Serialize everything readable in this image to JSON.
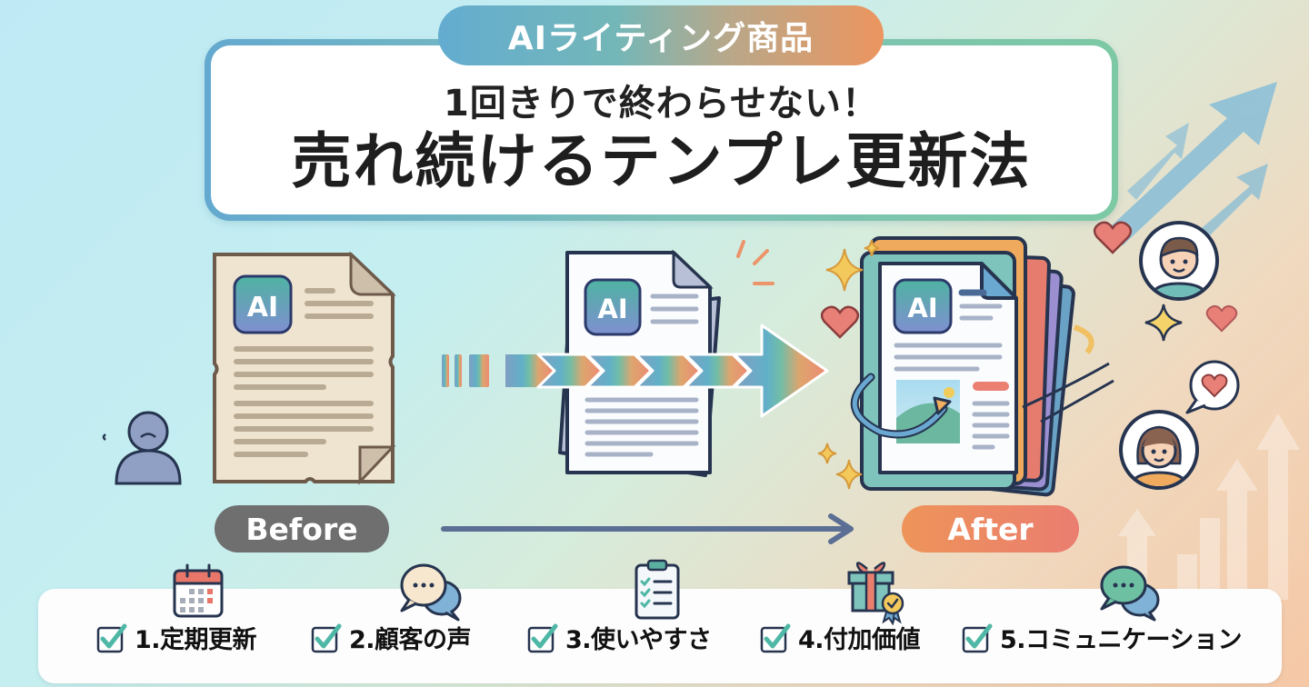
{
  "header": {
    "category_pill": "AIライティング商品",
    "subtitle": "1回きりで終わらせない！",
    "title": "売れ続けるテンプレ更新法"
  },
  "before": {
    "label": "Before",
    "doc_badge": "AI",
    "description_icons": [
      "sad-person-icon",
      "worn-document-icon"
    ]
  },
  "transition": {
    "doc_badge": "AI",
    "arrow": "gradient-chevron-arrow"
  },
  "after": {
    "label": "After",
    "doc_badge": "AI",
    "decor_icons": [
      "sparkle-icon",
      "heart-icon",
      "customer-avatar-icon",
      "speech-heart-icon",
      "growth-arrow-icon"
    ]
  },
  "checklist": {
    "items": [
      {
        "label": "1.定期更新",
        "icon": "calendar-icon"
      },
      {
        "label": "2.顧客の声",
        "icon": "chat-bubbles-icon"
      },
      {
        "label": "3.使いやすさ",
        "icon": "clipboard-checklist-icon"
      },
      {
        "label": "4.付加価値",
        "icon": "gift-badge-icon"
      },
      {
        "label": "5.コミュニケーション",
        "icon": "chat-bubbles-green-icon"
      }
    ]
  },
  "colors": {
    "bg_left": "#bfe9f5",
    "bg_right": "#f5c8a6",
    "pill_start": "#63acd0",
    "pill_end": "#ec955f",
    "check_green": "#4fb7a6",
    "dark_outline": "#26344f",
    "before_gray": "#6f6f6f",
    "after_orange": "#ee9459"
  }
}
